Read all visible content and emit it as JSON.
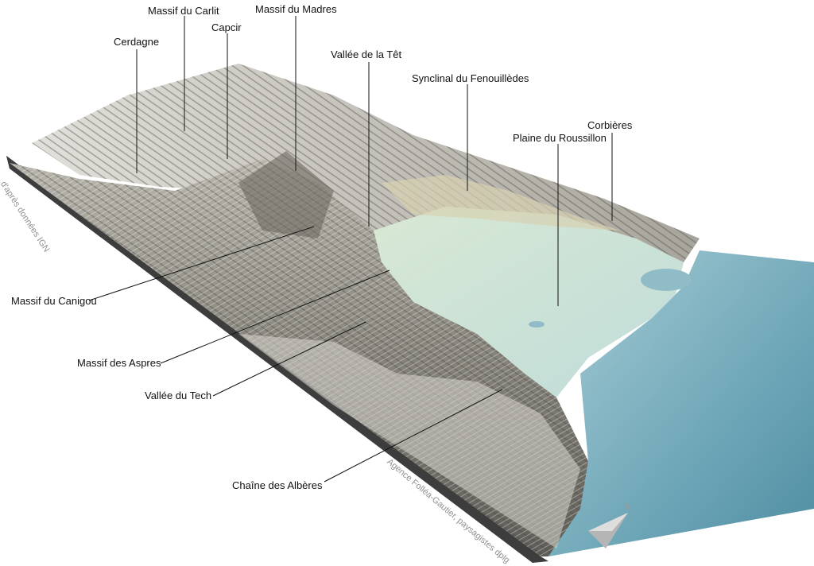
{
  "labels": {
    "massif_carlit": "Massif du Carlit",
    "massif_madres": "Massif du Madres",
    "capcir": "Capcir",
    "cerdagne": "Cerdagne",
    "vallee_tet": "Vallée de la Têt",
    "synclinal_fenouilledes": "Synclinal du Fenouillèdes",
    "corbieres": "Corbières",
    "plaine_roussillon": "Plaine du Roussillon",
    "massif_canigou": "Massif du Canigou",
    "massif_aspres": "Massif des Aspres",
    "vallee_tech": "Vallée du Tech",
    "chaine_alberes": "Chaîne des Albères"
  },
  "credits": {
    "source": "d'après données IGN",
    "author": "Agence Folléa-Gautier, paysagistes dplg"
  },
  "compass": {
    "north_label": "N"
  },
  "colors": {
    "sea": "#6fa7b8",
    "plain": "#cfe3d6",
    "mountain": "#7d7a70",
    "base_side": "#3a3a3a",
    "leader_line": "#111111"
  }
}
